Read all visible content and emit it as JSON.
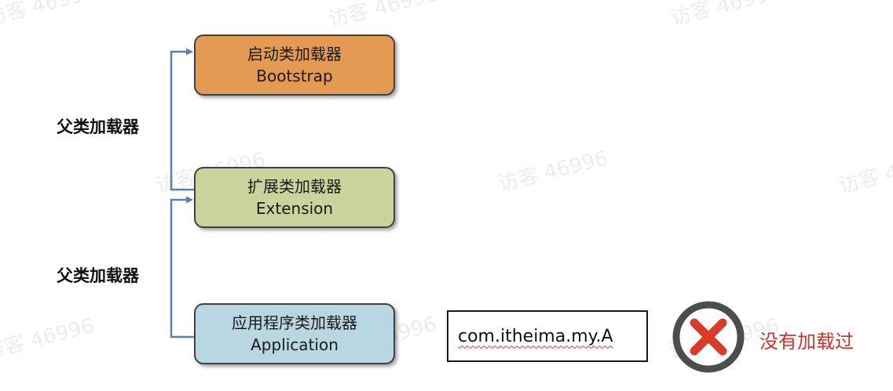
{
  "colors": {
    "bootstrap_fill": "#e59a54",
    "extension_fill": "#c8d49c",
    "application_fill": "#b9d7e2",
    "arrow": "#5a7fb7",
    "cross_ring": "#4d4d4d",
    "cross": "#d83b2a",
    "status_text": "#d2312b"
  },
  "loaders": [
    {
      "cn": "启动类加载器",
      "en": "Bootstrap"
    },
    {
      "cn": "扩展类加载器",
      "en": "Extension"
    },
    {
      "cn": "应用程序类加载器",
      "en": "Application"
    }
  ],
  "side_labels": [
    "父类加载器",
    "父类加载器"
  ],
  "class_name": "com.itheima.my.A",
  "status": {
    "icon": "cross-circle-icon",
    "text": "没有加载过"
  },
  "watermark": "访客 46996"
}
